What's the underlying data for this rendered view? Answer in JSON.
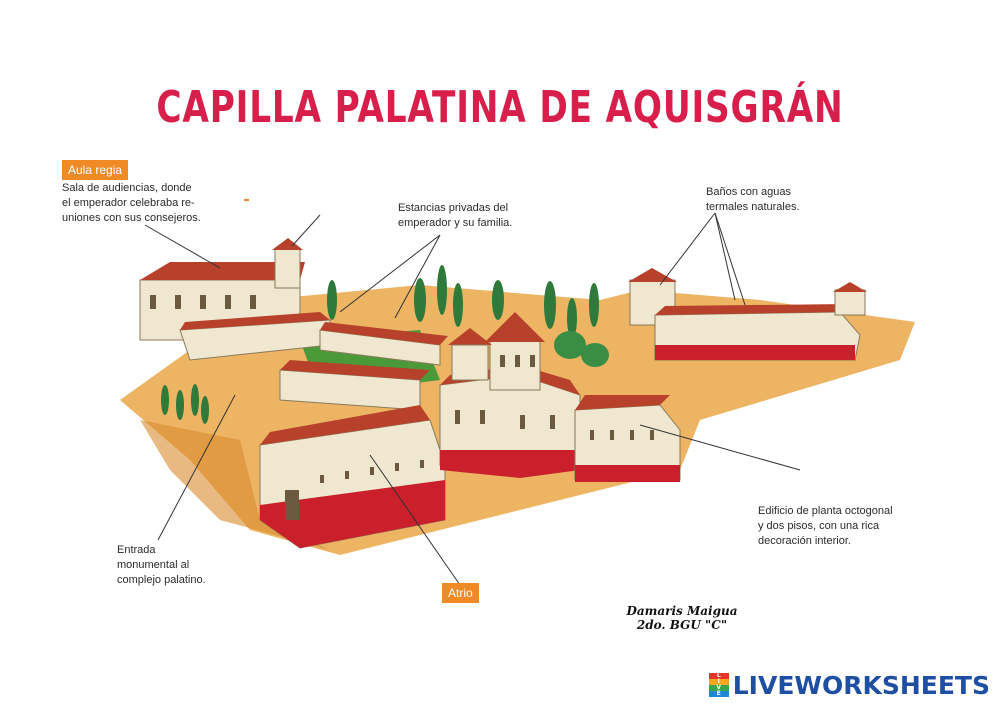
{
  "title": "CAPILLA PALATINA DE AQUISGRÁN",
  "labels": {
    "aula_regia": "Aula regia",
    "atrio": "Atrio"
  },
  "captions": {
    "aula_regia": [
      "Sala de audiencias, donde",
      "el emperador celebraba re-",
      "uniones con sus consejeros."
    ],
    "estancias": [
      "Estancias privadas del",
      "emperador y su familia."
    ],
    "banos": [
      "Baños con aguas",
      "termales naturales."
    ],
    "entrada": [
      "Entrada",
      "monumental al",
      "complejo palatino."
    ],
    "edificio": [
      "Edificio de planta octogonal",
      "y dos pisos, con una rica",
      "decoración interior."
    ]
  },
  "signature": [
    "Damaris Maigua",
    "2do. BGU \"C\""
  ],
  "branding": {
    "name": "LIVEWORKSHEETS",
    "logo_letters": [
      "L",
      "I",
      "V",
      "E"
    ]
  },
  "colors": {
    "title": "#d81f4b",
    "label_bg": "#f08a24",
    "roof": "#b8412b",
    "wall": "#efe7cf",
    "ground": "#e9a748",
    "tree": "#2f7a3a",
    "brand": "#1e4fa3"
  }
}
